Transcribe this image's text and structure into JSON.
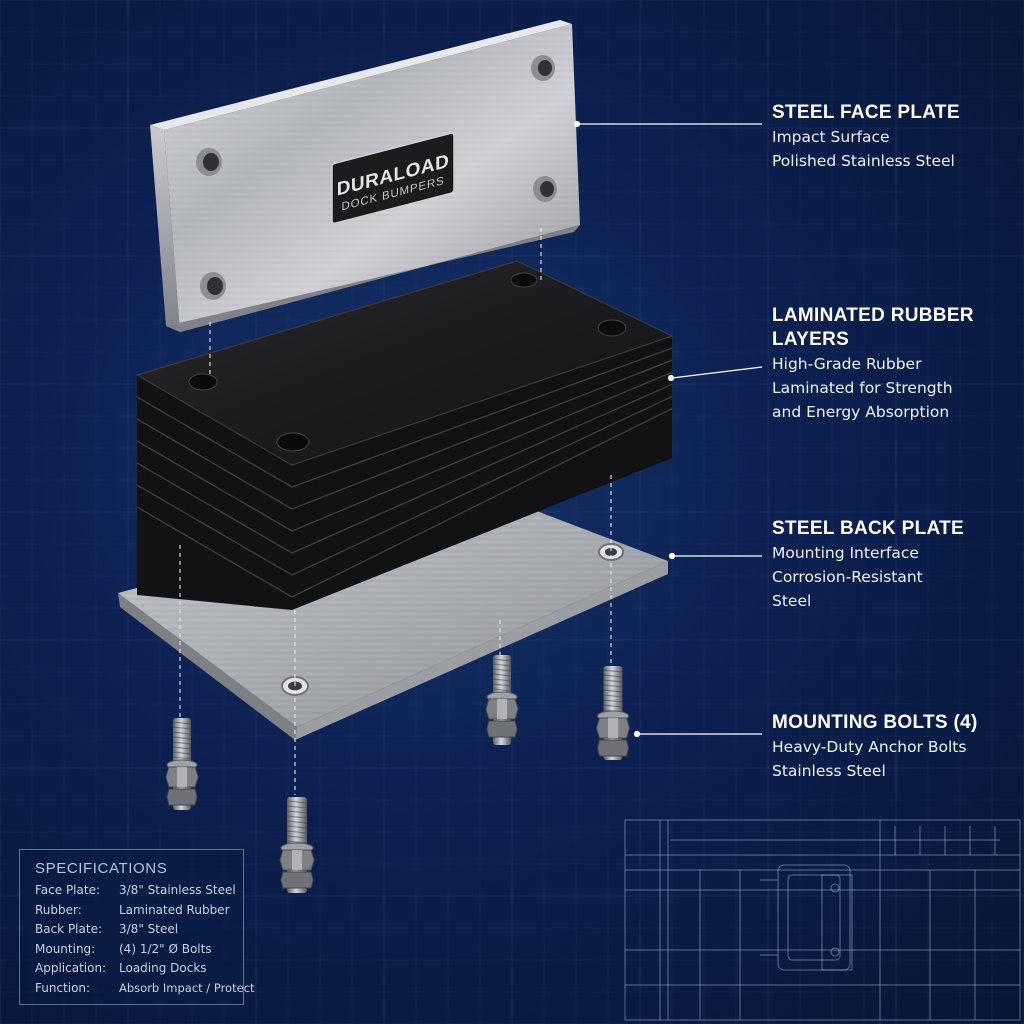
{
  "colors": {
    "background": "#0c2050",
    "grid": "#2a4a86",
    "text": "#ffffff",
    "steel": "#b9bcc0",
    "rubber": "#1b1b1d"
  },
  "brand": {
    "name": "DURALOAD",
    "subtitle": "DOCK BUMPERS"
  },
  "callouts": {
    "face_plate": {
      "title": "STEEL FACE PLATE",
      "lines": [
        "Impact Surface",
        "Polished Stainless Steel"
      ]
    },
    "rubber_layers": {
      "title_lines": [
        "LAMINATED RUBBER",
        "LAYERS"
      ],
      "lines": [
        "High-Grade Rubber",
        "Laminated for Strength",
        "and Energy Absorption"
      ]
    },
    "back_plate": {
      "title": "STEEL BACK PLATE",
      "lines": [
        "Mounting Interface",
        "Corrosion-Resistant",
        "Steel"
      ]
    },
    "bolts": {
      "title": "MOUNTING BOLTS (4)",
      "lines": [
        "Heavy-Duty Anchor Bolts",
        "Stainless Steel"
      ]
    }
  },
  "specifications": {
    "title": "SPECIFICATIONS",
    "rows": [
      {
        "label": "Face Plate:",
        "value": "3/8\" Stainless Steel"
      },
      {
        "label": "Rubber:",
        "value": "Laminated Rubber"
      },
      {
        "label": "Back Plate:",
        "value": "3/8\" Steel"
      },
      {
        "label": "Mounting:",
        "value": "(4) 1/2\" Ø Bolts"
      },
      {
        "label": "Application:",
        "value": "Loading Docks"
      },
      {
        "label": "Function:",
        "value": "Absorb Impact / Protect"
      }
    ]
  }
}
